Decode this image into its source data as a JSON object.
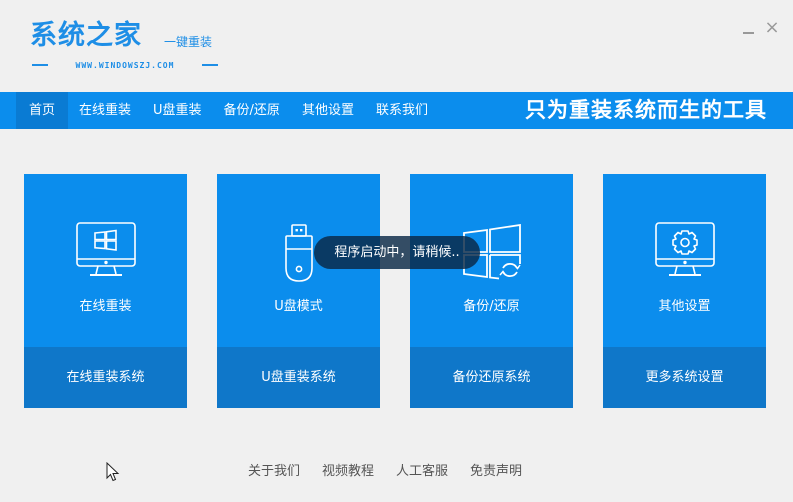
{
  "header": {
    "logo_main": "系统之家",
    "logo_sub": "一键重装",
    "logo_url": "WWW.WINDOWSZJ.COM",
    "window_controls": {
      "minimize": "minimize-icon",
      "close": "×"
    }
  },
  "nav": {
    "items": [
      {
        "label": "首页",
        "active": true
      },
      {
        "label": "在线重装",
        "active": false
      },
      {
        "label": "U盘重装",
        "active": false
      },
      {
        "label": "备份/还原",
        "active": false
      },
      {
        "label": "其他设置",
        "active": false
      },
      {
        "label": "联系我们",
        "active": false
      }
    ],
    "slogan": "只为重装系统而生的工具"
  },
  "cards": [
    {
      "icon": "monitor-windows-icon",
      "title": "在线重装",
      "action": "在线重装系统"
    },
    {
      "icon": "usb-drive-icon",
      "title": "U盘模式",
      "action": "U盘重装系统"
    },
    {
      "icon": "windows-restore-icon",
      "title": "备份/还原",
      "action": "备份还原系统"
    },
    {
      "icon": "monitor-gear-icon",
      "title": "其他设置",
      "action": "更多系统设置"
    }
  ],
  "toast": {
    "message": "程序启动中，请稍候.."
  },
  "footer": {
    "links": [
      "关于我们",
      "视频教程",
      "人工客服",
      "免责声明"
    ]
  },
  "colors": {
    "accent": "#0b8ded",
    "accent_dark": "#0f77c9",
    "nav_active": "#0a7bd3",
    "logo": "#1e8ee6",
    "background": "#f0f0f0"
  }
}
